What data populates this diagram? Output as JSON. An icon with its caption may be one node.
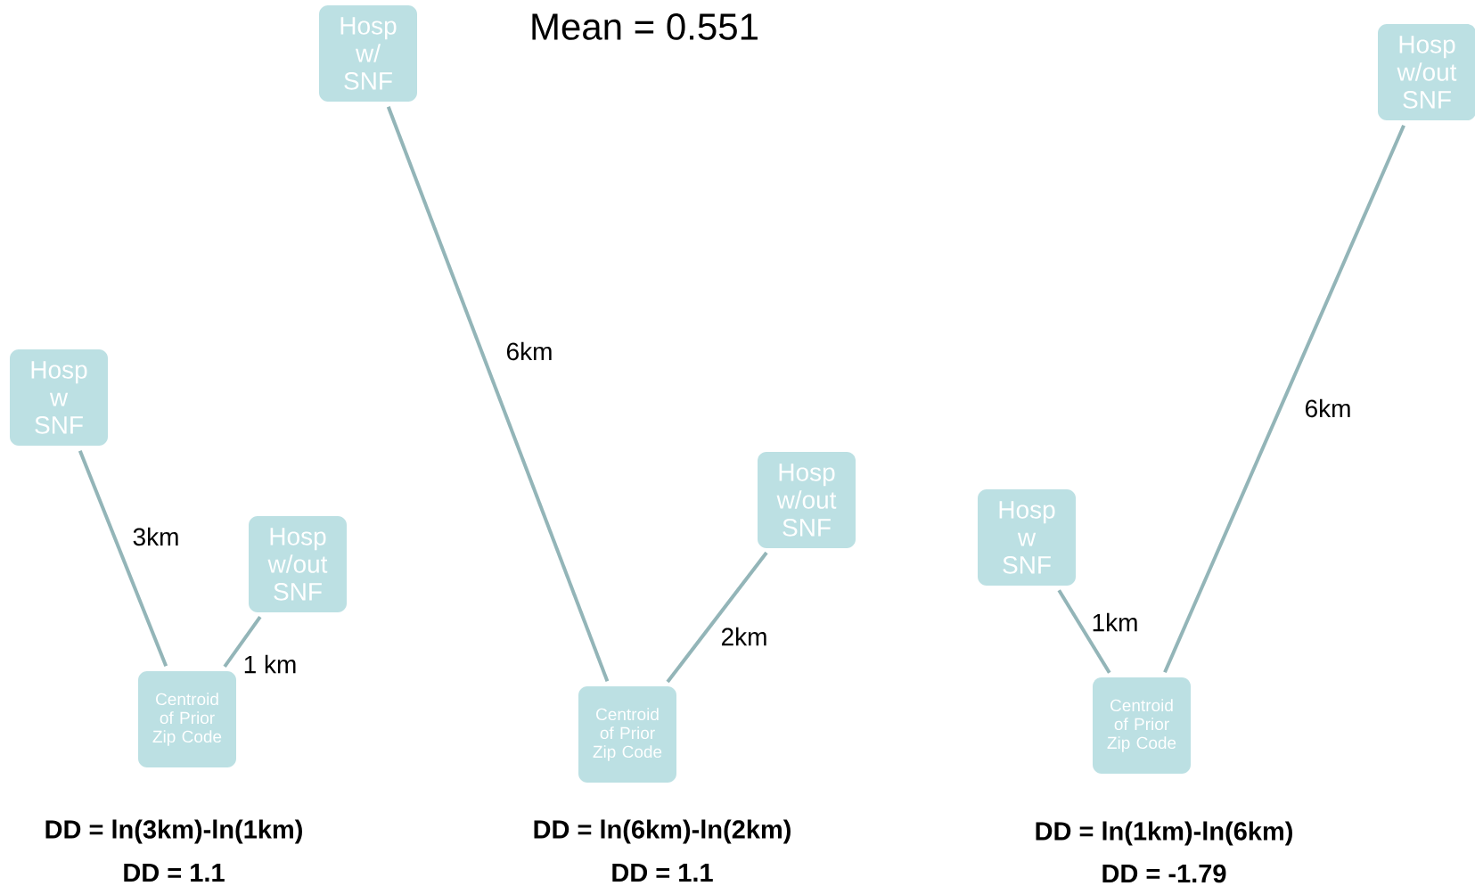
{
  "diagram": {
    "title": "Mean = 0.551",
    "nodes": [
      {
        "text": [
          "Hosp w SNF"
        ]
      },
      {
        "text": [
          "Hosp w/out SNF"
        ]
      },
      {
        "text": [
          "Centroid of Prior Zip Code"
        ]
      },
      {
        "text": [
          "Hosp w/ SNF"
        ]
      },
      {
        "text": [
          "Hosp w/out SNF"
        ]
      },
      {
        "text": [
          "Centroid of Prior Zip Code"
        ]
      },
      {
        "text": [
          "Hosp w SNF"
        ]
      },
      {
        "text": [
          "Hosp w/out SNF"
        ]
      },
      {
        "text": [
          "Centroid of Prior Zip Code"
        ]
      }
    ],
    "edges": [
      {
        "from": 0,
        "to": 2,
        "arrow": "none",
        "label": "3km"
      },
      {
        "from": 1,
        "to": 2,
        "arrow": "none",
        "label": "1 km"
      },
      {
        "from": 3,
        "to": 5,
        "arrow": "none",
        "label": "6km"
      },
      {
        "from": 4,
        "to": 5,
        "arrow": "none",
        "label": "2km"
      },
      {
        "from": 6,
        "to": 8,
        "arrow": "none",
        "label": "1km"
      },
      {
        "from": 7,
        "to": 8,
        "arrow": "none",
        "label": "6km"
      }
    ],
    "labels": [
      "DD = ln(3km)-ln(1km)",
      "DD = ln(6km)-ln(2km)",
      "DD = ln(1km)-ln(6km)",
      "DD = 1.1",
      "DD = 1.1",
      "DD = -1.79"
    ]
  }
}
